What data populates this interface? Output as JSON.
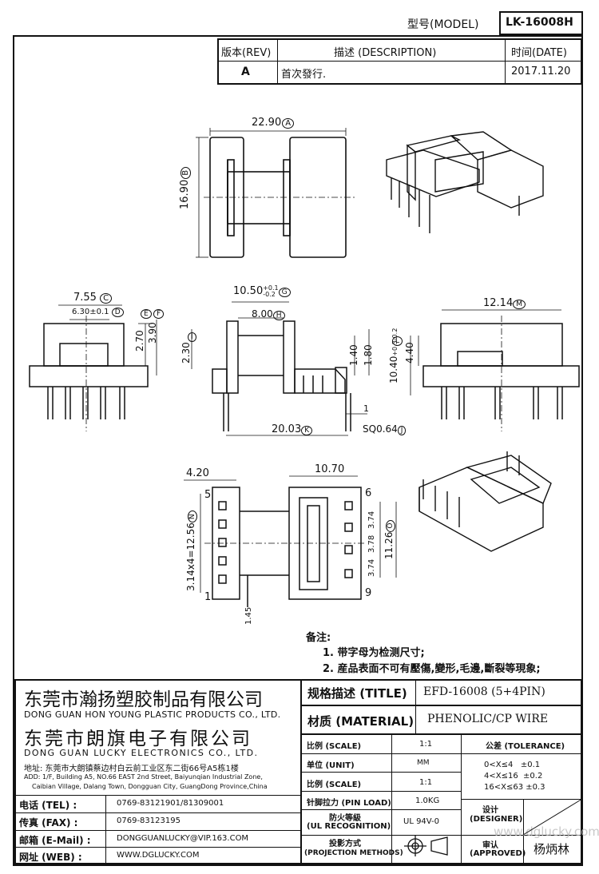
{
  "header": {
    "model_label": "型号(MODEL)",
    "model_value": "LK-16008H",
    "rev_header": "版本(REV)",
    "desc_header": "描述 (DESCRIPTION)",
    "date_header": "时间(DATE)",
    "rev_value": "A",
    "desc_value": "首次發行.",
    "date_value": "2017.11.20"
  },
  "dimensions": {
    "top_width": "22.90",
    "top_width_tag": "A",
    "top_height": "16.90",
    "top_height_tag": "B",
    "left_width": "7.55",
    "left_width_tag": "C",
    "left_inner": "6.30±0.1",
    "left_inner_tag": "D",
    "left_h1": "2.70",
    "left_h1_tag": "E",
    "left_h2": "3.90",
    "left_h2_tag": "F",
    "mid_top": "10.50",
    "mid_top_tol_plus": "+0.1",
    "mid_top_tol_minus": "-0.2",
    "mid_top_tag": "G",
    "mid_inner": "8.00",
    "mid_inner_tag": "H",
    "mid_left_h": "2.30",
    "mid_left_h_tag": "I",
    "mid_h1": "1.40",
    "mid_h2": "1.80",
    "mid_bottom": "20.03",
    "mid_bottom_tag": "K",
    "pin_sq": "SQ0.64",
    "pin_sq_tag": "J",
    "pin_len": "1",
    "right_width": "12.14",
    "right_width_tag": "M",
    "right_h1": "10.40",
    "right_h1_tol_plus": "+0.3",
    "right_h1_tol_minus": "-0.2",
    "right_h1_tag": "L",
    "right_h2": "4.40",
    "bot_left_w": "4.20",
    "bot_right_w": "10.70",
    "bot_pitch": "3.14x4=12.56",
    "bot_pitch_tag": "N",
    "bot_h": "11.26",
    "bot_h_tag": "O",
    "bot_p1": "3.74",
    "bot_p2": "3.78",
    "bot_p3": "3.74",
    "bot_offset": "1.45",
    "pin_5": "5",
    "pin_1": "1",
    "pin_6": "6",
    "pin_9": "9"
  },
  "notes": {
    "title": "备注:",
    "line1": "1. 带字母为检测尺寸;",
    "line2": "2. 産品表面不可有壓傷,變形,毛邊,斷裂等現象;"
  },
  "company": {
    "name1_cn": "东莞市瀚扬塑胶制品有限公司",
    "name1_en": "DONG GUAN HON YOUNG PLASTIC PRODUCTS CO., LTD.",
    "name2_cn": "东莞市朗旗电子有限公司",
    "name2_en": "DONG GUAN LUCKY ELECTRONICS CO., LTD.",
    "address_cn": "地址: 东莞市大朗镇蔡边村白云前工业区东二街66号A5栋1楼",
    "address_en1": "ADD: 1/F, Building A5, NO.66 EAST 2nd Street, Baiyunqian Industrial Zone,",
    "address_en2": "Caibian Village, Dalang Town, Dongguan City, GuangDong Province,China",
    "tel_label": "电话 (TEL) :",
    "tel_value": "0769-83121901/81309001",
    "fax_label": "传真 (FAX) :",
    "fax_value": "0769-83123195",
    "mail_label": "邮箱 (E-Mail) :",
    "mail_value": "DONGGUANLUCKY@VIP.163.COM",
    "web_label": "网址 (WEB) :",
    "web_value": "WWW.DGLUCKY.COM"
  },
  "spec": {
    "title_label": "规格描述 (TITLE)",
    "title_value": "EFD-16008 (5+4PIN)",
    "material_label": "材质 (MATERIAL)",
    "material_value": "PHENOLIC/CP WIRE",
    "scale_label": "比例 (SCALE)",
    "scale_value": "1:1",
    "unit_label": "单位 (UNIT)",
    "unit_value": "MM",
    "scale2_label": "比例 (SCALE)",
    "scale2_value": "1:1",
    "pin_load_label": "针脚拉力 (PIN LOAD)",
    "pin_load_value": "1.0KG",
    "ul_label1": "防火等級",
    "ul_label2": "(UL RECOGNITION)",
    "ul_value": "UL 94V-0",
    "proj_label1": "投影方式",
    "proj_label2": "(PROJECTION METHODS)",
    "tol_header": "公差 (TOLERANCE)",
    "tol1": "0<X≤4   ±0.1",
    "tol2": "4<X≤16  ±0.2",
    "tol3": "16<X≤63 ±0.3",
    "designer_label1": "设计",
    "designer_label2": "(DESIGNER)",
    "approved_label1": "审认",
    "approved_label2": "(APPROVED)",
    "approver": "杨炳林",
    "watermark": "www.dglucky.com"
  }
}
